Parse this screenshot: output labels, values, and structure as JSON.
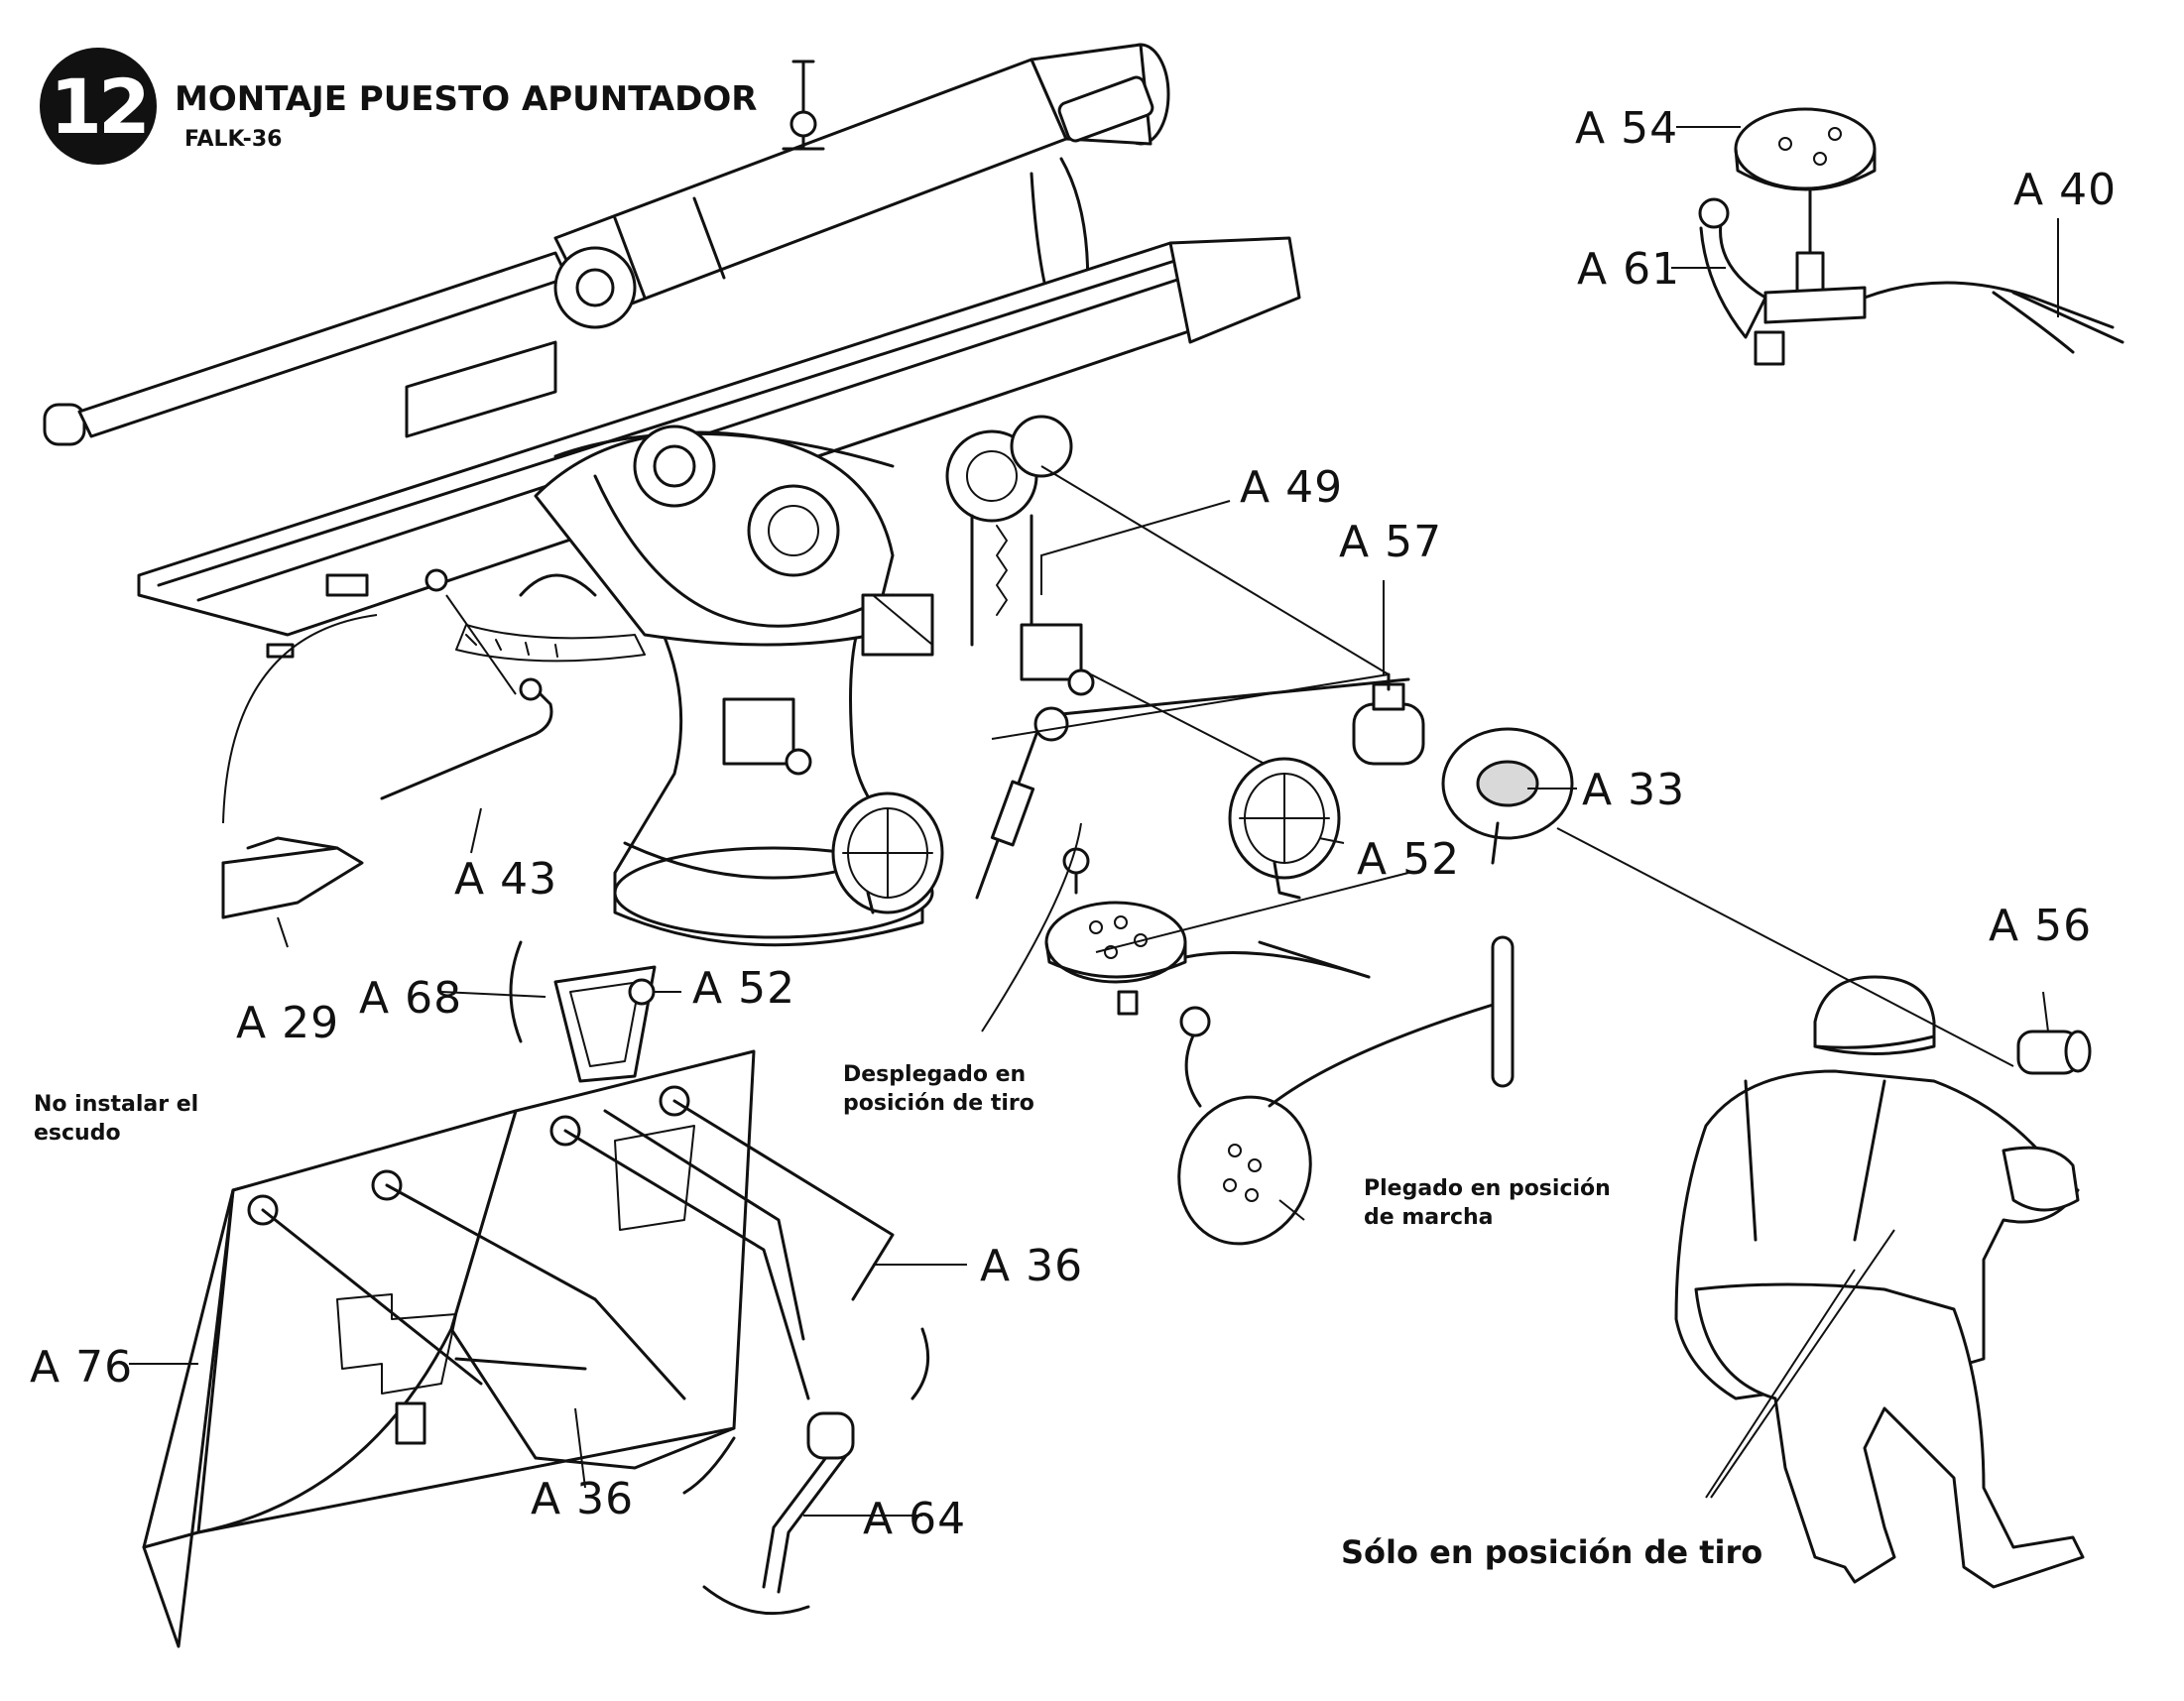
{
  "header": {
    "step_number": "12",
    "title": "MONTAJE PUESTO APUNTADOR",
    "subtitle": "FALK-36"
  },
  "part_labels": {
    "a54": "A 54",
    "a40": "A 40",
    "a61": "A 61",
    "a49": "A 49",
    "a57": "A 57",
    "a33": "A 33",
    "a52_right": "A 52",
    "a43": "A 43",
    "a29": "A 29",
    "a68": "A 68",
    "a52_left": "A 52",
    "a56": "A 56",
    "a36_right": "A 36",
    "a36_left": "A 36",
    "a76": "A 76",
    "a64": "A 64"
  },
  "notes": {
    "no_shield_line1": "No instalar el",
    "no_shield_line2": "escudo",
    "deployed_line1": "Desplegado en",
    "deployed_line2": "posición de tiro",
    "folded_line1": "Plegado en posición",
    "folded_line2": "de marcha",
    "firing_only": "Sólo en posición de tiro"
  }
}
